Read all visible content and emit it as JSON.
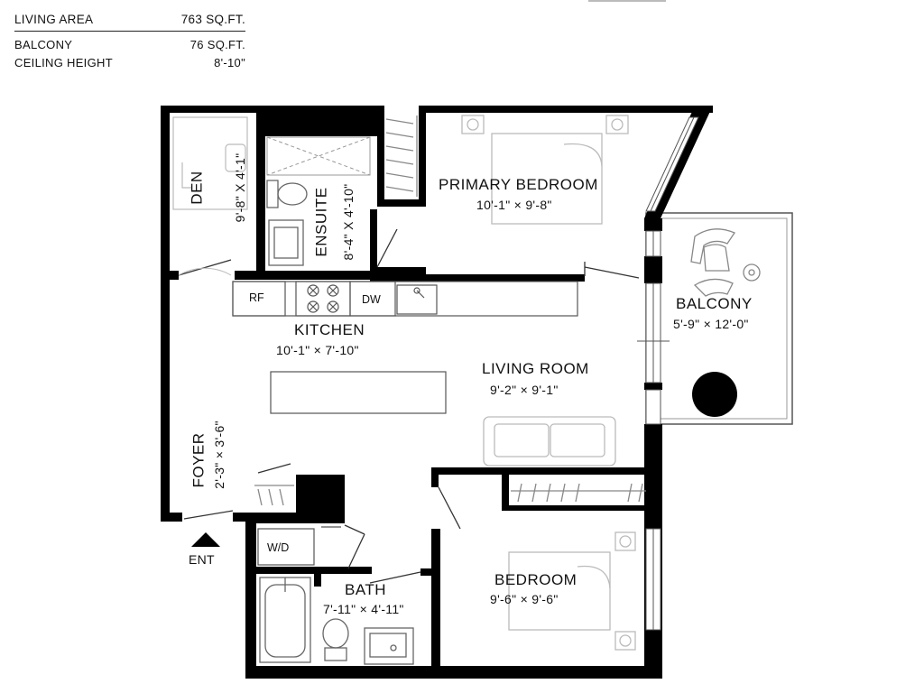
{
  "stats": {
    "living_area_label": "LIVING AREA",
    "living_area_value": "763 SQ.FT.",
    "balcony_label": "BALCONY",
    "balcony_value": "76 SQ.FT.",
    "ceiling_label": "CEILING HEIGHT",
    "ceiling_value": "8'-10\""
  },
  "rooms": {
    "den": {
      "name": "DEN",
      "dims": "9'-8\"  X  4'-1\""
    },
    "ensuite": {
      "name": "ENSUITE",
      "dims": "8'-4\" X 4'-10\""
    },
    "primary": {
      "name": "PRIMARY BEDROOM",
      "dims": "10'-1\"   ×   9'-8\""
    },
    "kitchen": {
      "name": "KITCHEN",
      "dims": "10'-1\"   ×   7'-10\""
    },
    "living": {
      "name": "LIVING ROOM",
      "dims": "9'-2\"   ×   9'-1\""
    },
    "balcony": {
      "name": "BALCONY",
      "dims": "5'-9\" × 12'-0\""
    },
    "foyer": {
      "name": "FOYER",
      "dims": "2'-3\" × 3'-6\""
    },
    "bath": {
      "name": "BATH",
      "dims": "7'-11\" × 4'-11\""
    },
    "bedroom": {
      "name": "BEDROOM",
      "dims": "9'-6\"   ×   9'-6\""
    }
  },
  "appliances": {
    "fridge": "RF",
    "dishwasher": "DW",
    "washer_dryer": "W/D"
  },
  "entry": {
    "label": "ENT"
  }
}
